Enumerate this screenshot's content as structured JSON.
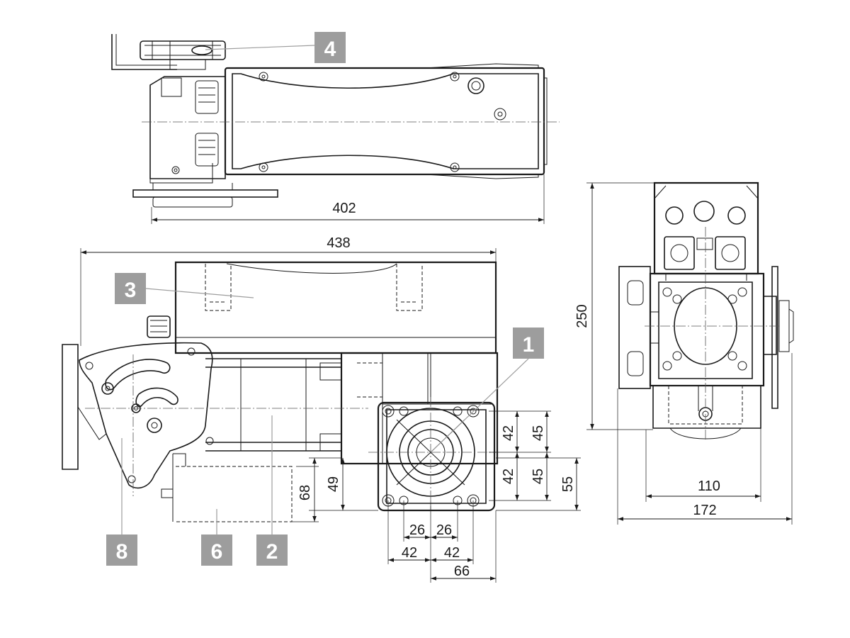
{
  "callouts": {
    "c1": "1",
    "c2": "2",
    "c3": "3",
    "c4": "4",
    "c6": "6",
    "c8": "8"
  },
  "dimensions": {
    "top_length": "402",
    "front_length": "438",
    "flange_v_42_upper": "42",
    "flange_v_45_upper": "45",
    "flange_v_42_lower": "42",
    "flange_v_45_lower": "45",
    "flange_v_55": "55",
    "housing_h_49": "49",
    "housing_h_68": "68",
    "flange_h_26_left": "26",
    "flange_h_26_right": "26",
    "flange_h_42_left": "42",
    "flange_h_42_right": "42",
    "flange_h_66": "66",
    "side_height_250": "250",
    "side_width_110": "110",
    "side_width_172": "172"
  },
  "colors": {
    "line": "#1a1a1a",
    "callout": "#9d9d9d"
  }
}
